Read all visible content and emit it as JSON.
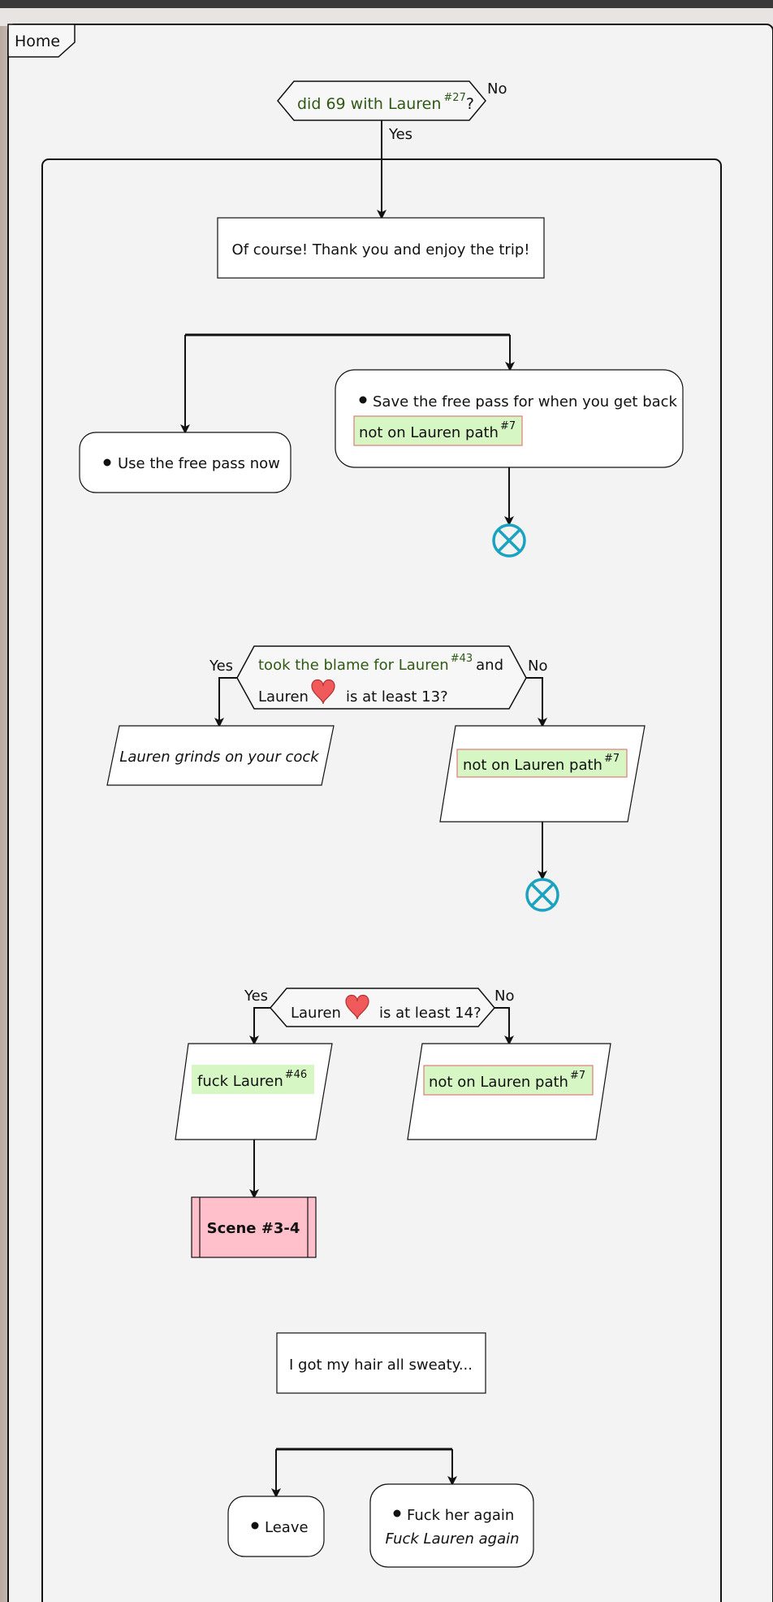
{
  "frame": {
    "title": "Home"
  },
  "decision1": {
    "text": "did 69 with Lauren",
    "ref": "#27",
    "suffix": "?",
    "no_label": "No",
    "yes_label": "Yes"
  },
  "action1": {
    "text": "Of course! Thank you and enjoy the trip!"
  },
  "choice1": {
    "left_option": "Use the free pass now",
    "right_option": "Save the free pass for when you get back",
    "right_condition": "not on Lauren path",
    "right_condition_ref": "#7"
  },
  "decision2": {
    "line1": "took the blame for Lauren",
    "line1_ref": "#43",
    "line1_suffix": "and",
    "line2_prefix": "Lauren",
    "line2_suffix": "is at least 13?",
    "yes_label": "Yes",
    "no_label": "No",
    "yes_text": "Lauren grinds on your cock",
    "no_condition": "not on Lauren path",
    "no_condition_ref": "#7"
  },
  "decision3": {
    "prefix": "Lauren",
    "suffix": "is at least 14?",
    "yes_label": "Yes",
    "no_label": "No",
    "yes_condition": "fuck Lauren",
    "yes_condition_ref": "#46",
    "no_condition": "not on Lauren path",
    "no_condition_ref": "#7"
  },
  "scene": {
    "label": "Scene #3-4"
  },
  "action2": {
    "text": "I got my hair all sweaty..."
  },
  "choice2": {
    "left_option": "Leave",
    "right_option": "Fuck her again",
    "right_caption": "Fuck Lauren again"
  },
  "colors": {
    "frame_bg": "#f3f3f3",
    "green_text": "#2e5a14",
    "condition_bg": "#d6f7c4",
    "condition_border": "#e07a7a",
    "scene_bg": "#ffc0cb",
    "heart": "#f05a5a",
    "end_icon": "#1aa3c0"
  }
}
